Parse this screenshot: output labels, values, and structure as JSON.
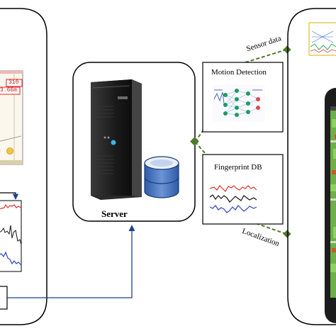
{
  "map_readout": {
    "line1": "310",
    "line2": "3.66m"
  },
  "server": {
    "label": "Server"
  },
  "motion": {
    "title": "Motion Detection"
  },
  "fingerprint": {
    "title": "Fingerprint DB"
  },
  "arrows": {
    "sensor": "Sensor data",
    "localization": "Localization"
  },
  "colors": {
    "dashed_link": "#4f7a2a",
    "arrow": "#1f3f8f",
    "red_series": "#e03030",
    "blue_series": "#2f3fbf",
    "db_blue": "#3c67b4",
    "phone_dark": "#1c1c1c"
  }
}
